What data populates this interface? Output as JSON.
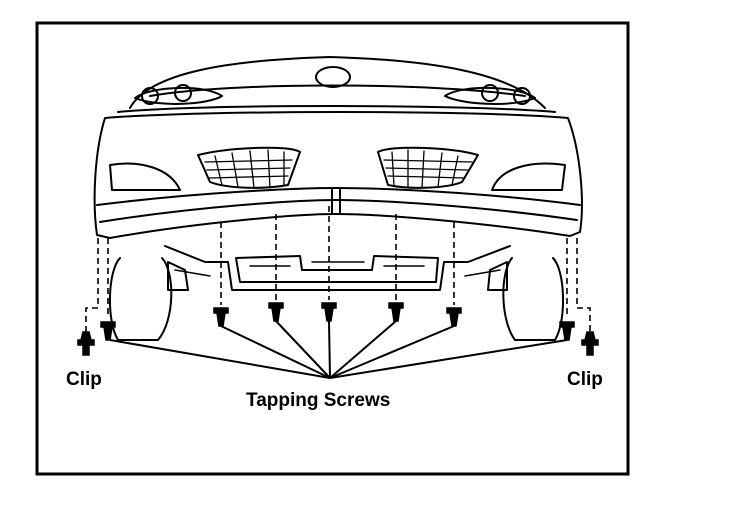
{
  "labels": {
    "clip_left": "Clip",
    "clip_right": "Clip",
    "tapping_screws": "Tapping Screws"
  },
  "colors": {
    "line": "#000000",
    "background": "#ffffff"
  }
}
